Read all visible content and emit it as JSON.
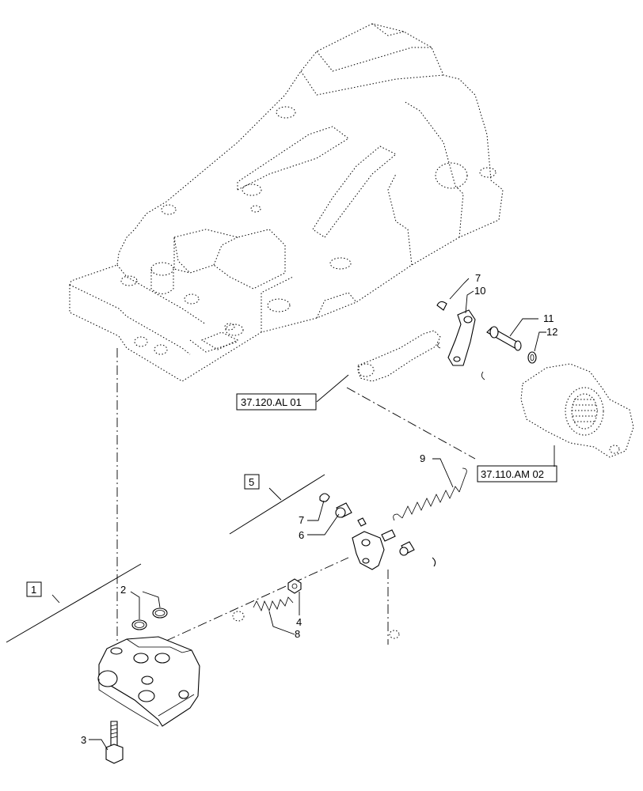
{
  "callouts": {
    "c1": "1",
    "c2": "2",
    "c3": "3",
    "c4": "4",
    "c5": "5",
    "c6": "6",
    "c7a": "7",
    "c7b": "7",
    "c8": "8",
    "c9": "9",
    "c10": "10",
    "c11": "11",
    "c12": "12"
  },
  "references": {
    "ref_al": "37.120.AL 01",
    "ref_am": "37.110.AM 02"
  }
}
